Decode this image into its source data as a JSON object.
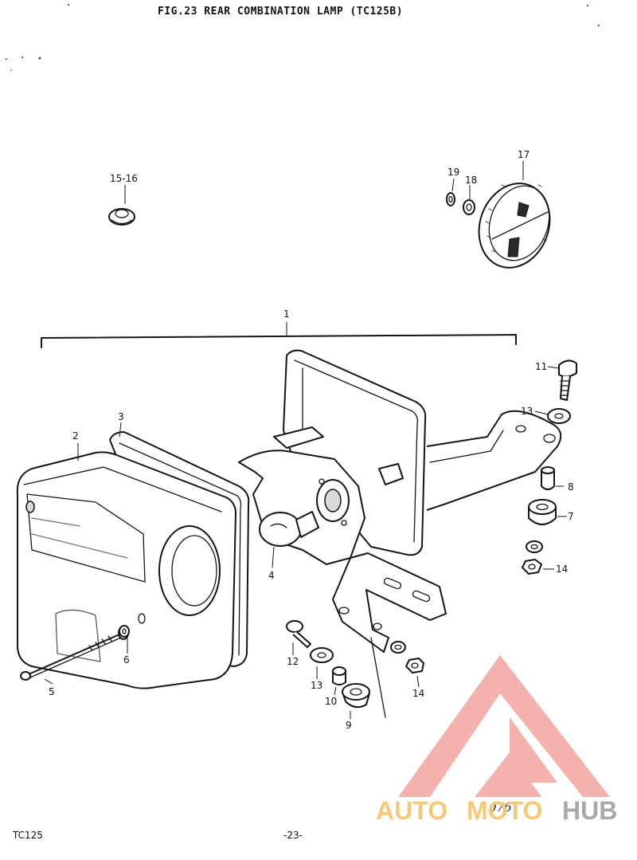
{
  "figure": {
    "title": "FIG.23  REAR COMBINATION LAMP (TC125B)"
  },
  "callouts": {
    "c1": "1",
    "c2": "2",
    "c3": "3",
    "c4": "4",
    "c5": "5",
    "c6": "6",
    "c7": "7",
    "c8": "8",
    "c9": "9",
    "c10": "10",
    "c11": "11",
    "c12": "12",
    "c13a": "13",
    "c13b": "13",
    "c14a": "14",
    "c14b": "14",
    "c15_16": "15-16",
    "c17": "17",
    "c18": "18",
    "c19": "19"
  },
  "footer": {
    "model": "TC125",
    "page": "-23-",
    "code": "076"
  },
  "watermark": {
    "text_auto": "AUTO",
    "text_moto": "MOTO",
    "text_hub": "HUB",
    "color_red": "#f4a9a4",
    "color_orange": "#f6c97a",
    "color_gray": "#a8a8a8"
  }
}
